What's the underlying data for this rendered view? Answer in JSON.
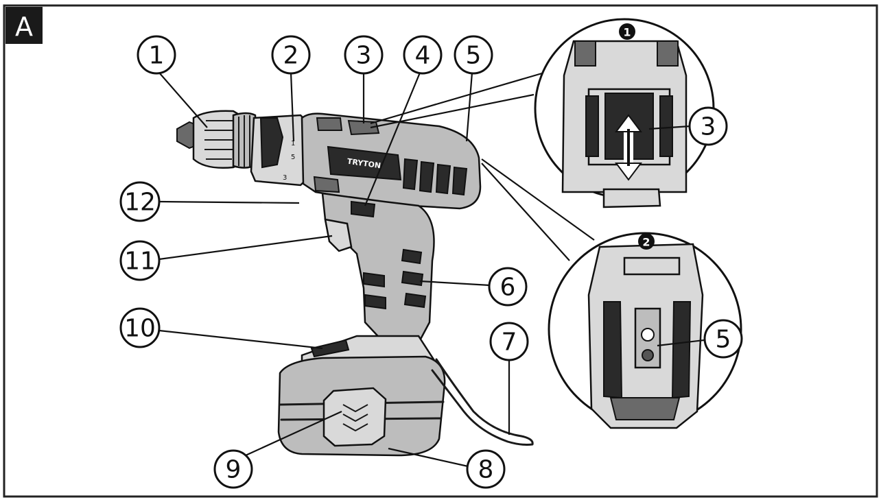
{
  "figure_label": "A",
  "brand": "TRYTON",
  "callouts": {
    "c1": "1",
    "c2": "2",
    "c3": "3",
    "c4": "4",
    "c5": "5",
    "c6": "6",
    "c7": "7",
    "c8": "8",
    "c9": "9",
    "c10": "10",
    "c11": "11",
    "c12": "12"
  },
  "detail_views": {
    "top": {
      "marker": "1",
      "callout": "3"
    },
    "bottom": {
      "marker": "2",
      "callout": "5"
    }
  },
  "clutch_scale": [
    "1",
    "5",
    "3"
  ],
  "colors": {
    "ink": "#111111",
    "body_light": "#bdbdbd",
    "body_dark": "#2a2a2a"
  }
}
